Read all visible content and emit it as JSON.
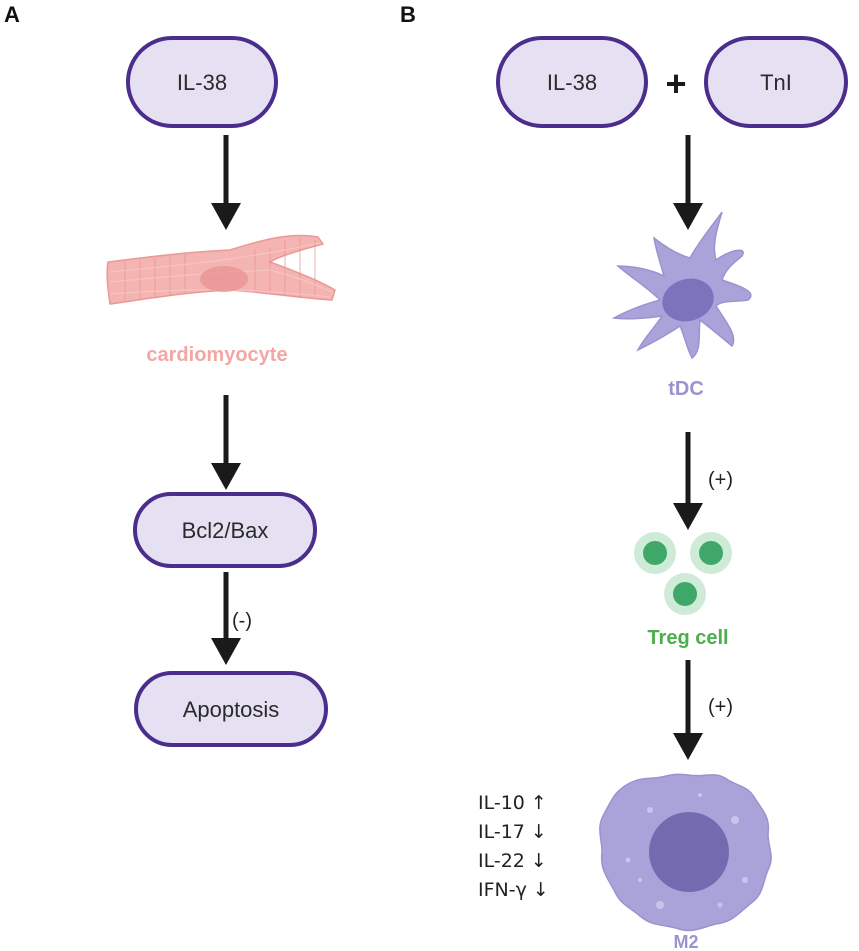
{
  "panels": {
    "a": {
      "label": "A",
      "top_node": "IL-38",
      "cell_label": "cardiomyocyte",
      "middle_node": "Bcl2/Bax",
      "inhibit_sign": "(-)",
      "bottom_node": "Apoptosis"
    },
    "b": {
      "label": "B",
      "node_left": "IL-38",
      "plus": "+",
      "node_right": "TnI",
      "tdc_label": "tDC",
      "sign_1": "(+)",
      "treg_label": "Treg cell",
      "sign_2": "(+)",
      "m2_label": "M2",
      "cytokines": [
        "IL-10 ↑",
        "IL-17 ↓",
        "IL-22 ↓",
        "IFN-γ ↓"
      ]
    }
  },
  "colors": {
    "pill_fill": "#e6e1f2",
    "pill_border": "#4a2d8c",
    "arrow": "#1a1a1a",
    "cardiomyocyte": "#f2a7a5",
    "tdc": "#9b93cf",
    "treg": "#4cae4c",
    "m2": "#9b93cf"
  }
}
